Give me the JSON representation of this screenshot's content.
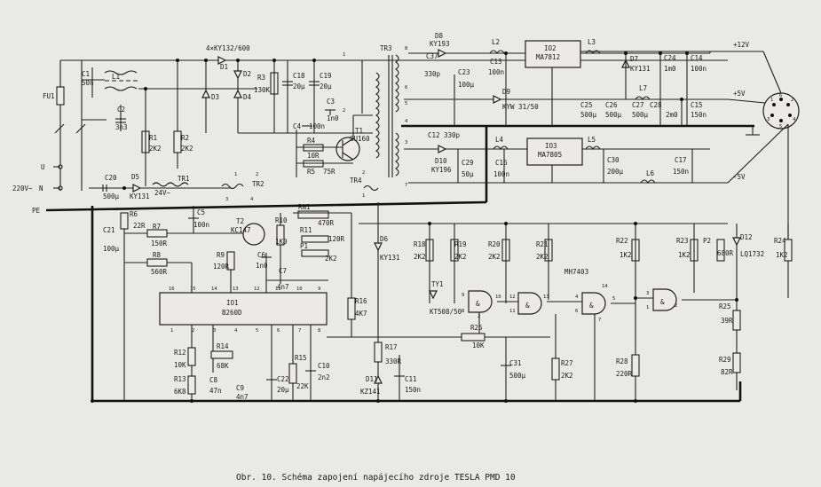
{
  "caption": "Obr. 10. Schéma zapojení napájecího zdroje TESLA PMD 10",
  "rails": {
    "p12": "+12V",
    "p5": "+5V",
    "m5": "-5V"
  },
  "terminals": {
    "u": "U",
    "n": "N",
    "mains": "220V~",
    "pe": "PE"
  },
  "ics": {
    "io1": {
      "name": "IO1",
      "type": "B260D",
      "pins_top": [
        "16",
        "15",
        "14",
        "13",
        "12",
        "11",
        "10",
        "9"
      ],
      "pins_bottom": [
        "1",
        "2",
        "3",
        "4",
        "5",
        "6",
        "7",
        "8"
      ]
    },
    "io2": {
      "name": "IO2",
      "type": "MA7812"
    },
    "io3": {
      "name": "IO3",
      "type": "MA7805"
    },
    "io4": {
      "type": "MH7403"
    }
  },
  "gates": [
    "&",
    "&",
    "&",
    "&"
  ],
  "gate_pins": {
    "g1": [
      "9",
      "8",
      "10"
    ],
    "g2": [
      "12",
      "11",
      "13"
    ],
    "g3": [
      "4",
      "6",
      "5"
    ],
    "g4": [
      "3",
      "1",
      "2"
    ],
    "g_power": [
      "14",
      "7"
    ]
  },
  "transistors": {
    "t1": [
      "T1",
      "SU160"
    ],
    "t2": [
      "T2",
      "KC147"
    ],
    "ty1": [
      "TY1",
      "KT508/50"
    ]
  },
  "transformers": {
    "tr1": "TR1",
    "tr2": "TR2",
    "tr3": "TR3",
    "tr4": "TR4",
    "tr1_sec": "24V~"
  },
  "tr3_pins": [
    "8",
    "6",
    "5",
    "4",
    "3",
    "7"
  ],
  "tr_pins": [
    "1",
    "2",
    "1",
    "2",
    "3",
    "4",
    "1",
    "2"
  ],
  "conn_pins": [
    "1",
    "2",
    "3",
    "4",
    "5",
    "6"
  ],
  "diodes": {
    "d1": "D1",
    "d2": "D2",
    "d3": "D3",
    "d4": "D4",
    "bridge": "4×KY132/600",
    "d5": "D5",
    "d5t": "KY131",
    "d6": "D6",
    "d6t": "KY131",
    "d7": "D7",
    "d7t": "KY131",
    "d8": "D8",
    "d8t": "KY193",
    "d9": "D9",
    "d9t": "KYW 31/50",
    "d10": "D10",
    "d10t": "KY196",
    "d11": "D11",
    "d11t": "KZ141",
    "d12": "D12",
    "d12t": "LQ1732"
  },
  "labels": {
    "fu1": "FU1",
    "l1": "L1",
    "l2": "L2",
    "l3": "L3",
    "l4": "L4",
    "l5": "L5",
    "l6": "L6",
    "l7": "L7",
    "c1": "C1",
    "c1v": "50n",
    "c2": "C2",
    "c2v": "3n3",
    "c20": "C20",
    "c20v": "500µ",
    "c21": "C21",
    "c21v": "100µ",
    "r1": "R1",
    "r1v": "2K2",
    "r2": "R2",
    "r2v": "2K2",
    "r3": "R3",
    "r3v": "130K",
    "c18": "C18",
    "c18v": "20µ",
    "c19": "C19",
    "c19v": "20µ",
    "c3": "C3",
    "c3v": "1n0",
    "c4": "C4",
    "c4v": "100n",
    "r4": "R4",
    "r4v": "10R",
    "r5": "R5",
    "r5v": "75R",
    "r6": "R6",
    "r6v": "22R",
    "c5": "C5",
    "c5v": "100n",
    "r7": "R7",
    "r7v": "150R",
    "r8": "R8",
    "r8v": "560R",
    "r9": "R9",
    "r9v": "120R",
    "r10": "R10",
    "r10v": "1K0",
    "c6": "C6",
    "c6v": "1n0",
    "c7": "C7",
    "c7v": "4n7",
    "rn1": "RN1",
    "rn1v": "470R",
    "r11": "R11",
    "r11v": "120R",
    "p1": "P1",
    "p1v": "2K2",
    "r16": "R16",
    "r16v": "4K7",
    "r12": "R12",
    "r12v": "10K",
    "r13": "R13",
    "r13v": "6K8",
    "r14": "R14",
    "r14v": "68K",
    "c8": "C8",
    "c8v": "47n",
    "c9": "C9",
    "c9v": "4n7",
    "c22": "C22",
    "c22v": "20µ",
    "r15": "R15",
    "r15v": "22K",
    "c10": "C10",
    "c10v": "2n2",
    "r17": "R17",
    "r17v": "330R",
    "c11": "C11",
    "c11v": "150n",
    "c37": "C37",
    "c37v": "330p",
    "c23": "C23",
    "c23v": "100µ",
    "c13": "C13",
    "c13v": "100n",
    "c24": "C24",
    "c24v": "1m0",
    "c14": "C14",
    "c14v": "100n",
    "c25": "C25",
    "c25v": "500µ",
    "c26": "C26",
    "c26v": "500µ",
    "c27": "C27",
    "c27v": "500µ",
    "c28": "C28",
    "c28v": "2m0",
    "c15": "C15",
    "c15v": "150n",
    "c12": "C12",
    "c12v": "330p",
    "c29": "C29",
    "c29v": "50µ",
    "c16": "C16",
    "c16v": "100n",
    "c30": "C30",
    "c30v": "200µ",
    "c17": "C17",
    "c17v": "150n",
    "r18": "R18",
    "r18v": "2K2",
    "r19": "R19",
    "r19v": "2K2",
    "r20": "R20",
    "r20v": "2K2",
    "r21": "R21",
    "r21v": "2K2",
    "r22": "R22",
    "r22v": "1K2",
    "r23": "R23",
    "r23v": "1K2",
    "p2": "P2",
    "p2v": "680R",
    "r24": "R24",
    "r24v": "1K2",
    "r25": "R25",
    "r25v": "39R",
    "r29": "R29",
    "r29v": "82R",
    "r26": "R26",
    "r26v": "10K",
    "c31": "C31",
    "c31v": "500µ",
    "r27": "R27",
    "r27v": "2K2",
    "r28": "R28",
    "r28v": "220R",
    "io4_pin2": "2"
  }
}
